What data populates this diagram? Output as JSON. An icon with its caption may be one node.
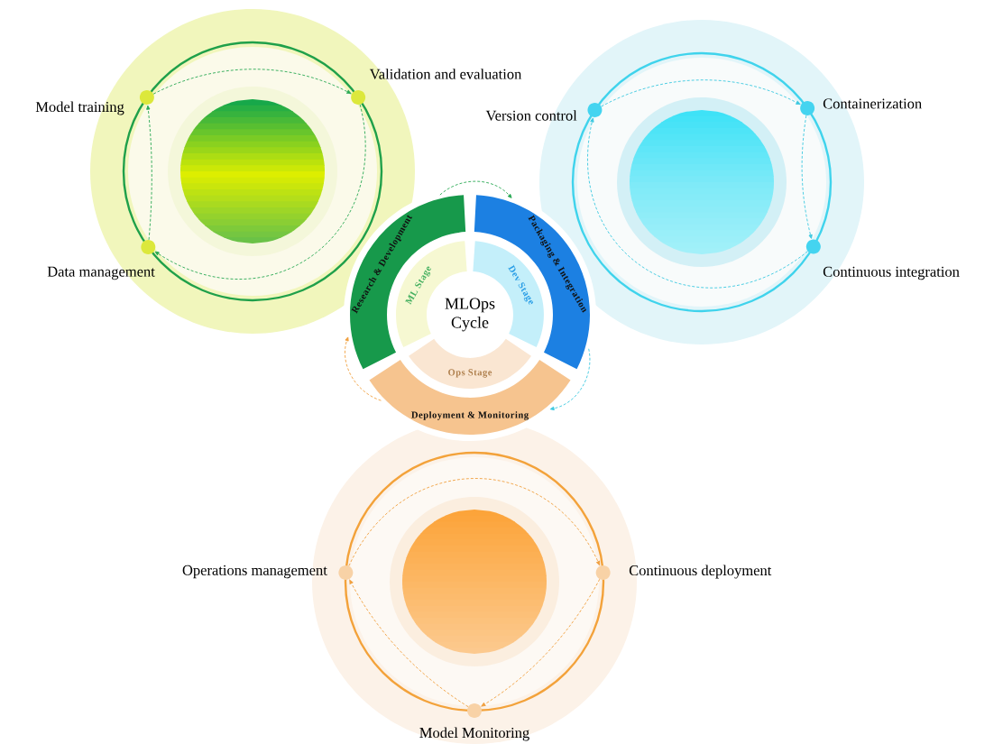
{
  "diagram": {
    "nodes": [
      {
        "text": [
          "MLOps Cycle"
        ]
      },
      {
        "text": [
          "Research & Development"
        ]
      },
      {
        "text": [
          "Packaging & Integration"
        ]
      },
      {
        "text": [
          "Deployment & Monitoring"
        ]
      },
      {
        "text": [
          "ML Stage"
        ]
      },
      {
        "text": [
          "Dev Stage"
        ]
      },
      {
        "text": [
          "Ops Stage"
        ]
      },
      {
        "text": [
          "Model training"
        ]
      },
      {
        "text": [
          "Validation and evaluation"
        ]
      },
      {
        "text": [
          "Data management"
        ]
      },
      {
        "text": [
          "Version control"
        ]
      },
      {
        "text": [
          "Containerization"
        ]
      },
      {
        "text": [
          "Continuous integration"
        ]
      },
      {
        "text": [
          "Operations management"
        ]
      },
      {
        "text": [
          "Continuous deployment"
        ]
      },
      {
        "text": [
          "Model Monitoring"
        ]
      }
    ],
    "edges": [
      {
        "from": 1,
        "to": 2,
        "arrow": "to",
        "style": "dashed",
        "color": "#2aa955"
      },
      {
        "from": 2,
        "to": 3,
        "arrow": "to",
        "style": "dashed",
        "color": "#3cc8e0"
      },
      {
        "from": 3,
        "to": 1,
        "arrow": "to",
        "style": "dashed",
        "color": "#f0a040"
      },
      {
        "from": 7,
        "to": 8,
        "arrow": "to",
        "style": "dashed",
        "color": "#2aa955"
      },
      {
        "from": 8,
        "to": 9,
        "arrow": "to",
        "style": "dashed",
        "color": "#2aa955"
      },
      {
        "from": 9,
        "to": 7,
        "arrow": "to",
        "style": "dashed",
        "color": "#2aa955"
      },
      {
        "from": 10,
        "to": 11,
        "arrow": "to",
        "style": "dashed",
        "color": "#3cc8e0"
      },
      {
        "from": 11,
        "to": 12,
        "arrow": "to",
        "style": "dashed",
        "color": "#3cc8e0"
      },
      {
        "from": 12,
        "to": 10,
        "arrow": "to",
        "style": "dashed",
        "color": "#3cc8e0"
      },
      {
        "from": 13,
        "to": 14,
        "arrow": "to",
        "style": "dashed",
        "color": "#f0a040"
      },
      {
        "from": 14,
        "to": 15,
        "arrow": "to",
        "style": "dashed",
        "color": "#f0a040"
      },
      {
        "from": 15,
        "to": 13,
        "arrow": "to",
        "style": "dashed",
        "color": "#f0a040"
      }
    ]
  }
}
